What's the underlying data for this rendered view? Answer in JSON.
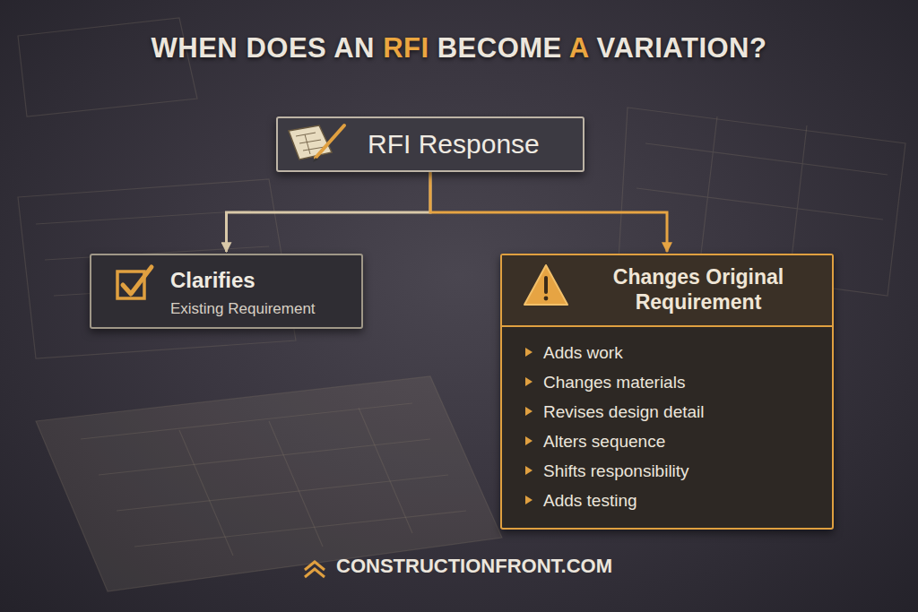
{
  "diagram": {
    "title": "WHEN DOES AN RFI BECOME A VARIATION?",
    "nodes": [
      {
        "text": [
          "RFI Response"
        ]
      },
      {
        "text": [
          "Clarifies",
          "Existing Requirement"
        ]
      },
      {
        "text": [
          "Changes Original Requirement",
          "Adds work",
          "Changes materials",
          "Revises design detail",
          "Alters sequence",
          "Shifts responsibility",
          "Adds testing"
        ]
      }
    ],
    "edges": [
      {
        "from": 0,
        "to": 1,
        "arrow": "to"
      },
      {
        "from": 0,
        "to": 2,
        "arrow": "to"
      }
    ],
    "labels": [
      "CONSTRUCTIONFRONT.COM"
    ]
  }
}
